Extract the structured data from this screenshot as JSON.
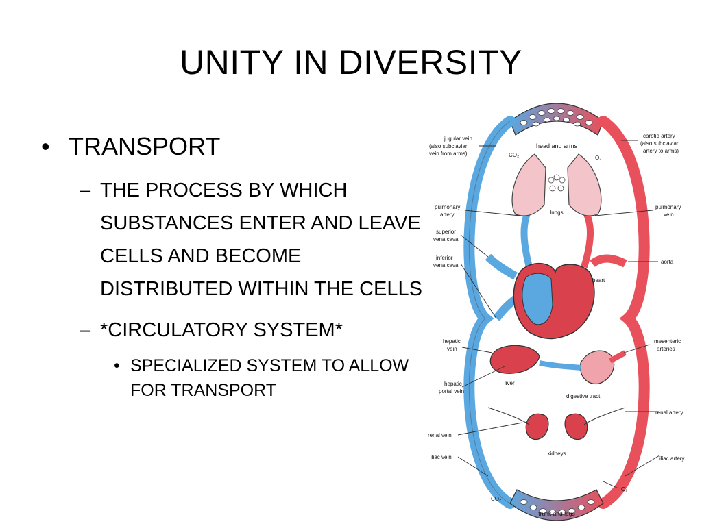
{
  "slide": {
    "title": "UNITY IN DIVERSITY",
    "bullets": [
      {
        "level": 1,
        "marker": "•",
        "text": "TRANSPORT"
      },
      {
        "level": 2,
        "marker": "–",
        "text": "THE PROCESS BY WHICH SUBSTANCES ENTER AND LEAVE CELLS AND BECOME DISTRIBUTED WITHIN THE CELLS"
      },
      {
        "level": 2,
        "marker": "–",
        "text": "*CIRCULATORY SYSTEM*"
      },
      {
        "level": 3,
        "marker": "•",
        "text": "SPECIALIZED SYSTEM TO ALLOW FOR TRANSPORT"
      }
    ]
  },
  "diagram": {
    "colors": {
      "oxygenated": "#e8505b",
      "deoxygenated": "#5ba7e0",
      "outline": "#333333"
    },
    "labels": {
      "head_and_arms": "head and arms",
      "jugular_vein_1": "jugular vein",
      "jugular_vein_2": "(also subclavian",
      "jugular_vein_3": "vein from arms)",
      "carotid_artery_1": "carotid artery",
      "carotid_artery_2": "(also subclavian",
      "carotid_artery_3": "artery to arms)",
      "co2_top": "CO₂",
      "o2_top": "O₂",
      "pulmonary_artery_1": "pulmonary",
      "pulmonary_artery_2": "artery",
      "lungs": "lungs",
      "pulmonary_vein_1": "pulmonary",
      "pulmonary_vein_2": "vein",
      "superior_vena_cava_1": "superior",
      "superior_vena_cava_2": "vena cava",
      "inferior_vena_cava_1": "inferior",
      "inferior_vena_cava_2": "vena cava",
      "aorta": "aorta",
      "heart": "heart",
      "hepatic_vein_1": "hepatic",
      "hepatic_vein_2": "vein",
      "mesenteric_arteries_1": "mesenteric",
      "mesenteric_arteries_2": "arteries",
      "liver": "liver",
      "hepatic_portal_vein_1": "hepatic",
      "hepatic_portal_vein_2": "portal vein",
      "digestive_tract": "digestive tract",
      "renal_artery": "renal artery",
      "renal_vein": "renal vein",
      "kidneys": "kidneys",
      "iliac_vein": "iliac vein",
      "iliac_artery": "iliac artery",
      "o2_bottom": "O₂",
      "co2_bottom": "CO₂",
      "trunk_and_legs": "trunk and legs"
    }
  }
}
